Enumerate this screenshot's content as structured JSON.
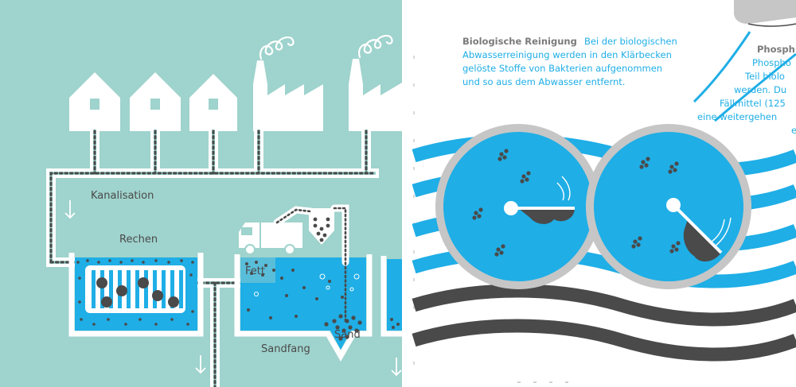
{
  "colors": {
    "mint": "#9fd3cd",
    "water": "#1faee6",
    "grey": "#4a4a4a",
    "light_grey": "#c6c6c6",
    "white": "#ffffff"
  },
  "left_panel": {
    "labels": {
      "kanalisation": "Kanalisation",
      "rechen": "Rechen",
      "fett": "Fett",
      "sand": "Sand",
      "sandfang": "Sandfang"
    },
    "icons": [
      "house-icon",
      "factory-icon",
      "truck-icon",
      "down-arrow-icon"
    ]
  },
  "right_panel": {
    "bio_title": "Biologische Reinigung",
    "bio_lines": [
      "Bei der biologischen",
      "Abwasserreinigung werden in den Klärbecken",
      "gelöste Stoffe von Bakterien aufgenommen",
      "und so aus dem Abwasser entfernt."
    ],
    "phos_title": "Phosph",
    "phos_lines": [
      "Phospho",
      "Teil biolo",
      "werden. Du",
      "Fällmittel (125",
      "eine weitergehen",
      "e"
    ]
  }
}
